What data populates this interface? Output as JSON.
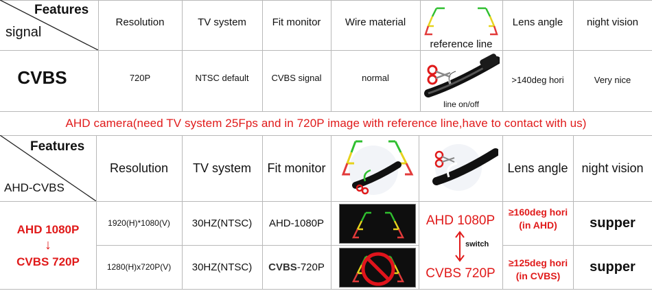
{
  "table1": {
    "header": {
      "features": "Features",
      "signal": "signal",
      "resolution": "Resolution",
      "tv_system": "TV system",
      "fit_monitor": "Fit monitor",
      "wire_material": "Wire material",
      "reference_line": "reference line",
      "lens_angle": "Lens angle",
      "night_vision": "night vision"
    },
    "row": {
      "signal": "CVBS",
      "resolution": "720P",
      "tv_system": "NTSC default",
      "fit_monitor": "CVBS signal",
      "wire_material": "normal",
      "line_toggle": "line on/off",
      "lens_angle": ">140deg hori",
      "night_vision": "Very nice"
    }
  },
  "notice": "AHD camera(need TV system 25Fps  and in 720P image with reference line,have to contact with us)",
  "table2": {
    "header": {
      "features": "Features",
      "signal": "AHD-CVBS",
      "resolution": "Resolution",
      "tv_system": "TV system",
      "fit_monitor": "Fit monitor",
      "lens_angle": "Lens angle",
      "night_vision": "night vision"
    },
    "signal_top": "AHD 1080P",
    "signal_arrow": "↓",
    "signal_bottom": "CVBS 720P",
    "rows": [
      {
        "resolution": "1920(H)*1080(V)",
        "tv_system": "30HZ(NTSC)",
        "fit_monitor": "AHD-1080P",
        "lens_angle_line1": "≥160deg hori",
        "lens_angle_line2": "(in AHD)",
        "night_vision": "supper"
      },
      {
        "resolution": "1280(H)x720P(V)",
        "tv_system": "30HZ(NTSC)",
        "fit_monitor_prefix": "CVBS",
        "fit_monitor_suffix": "-720P",
        "lens_angle_line1": "≥125deg hori",
        "lens_angle_line2": "(in CVBS)",
        "night_vision": "supper"
      }
    ],
    "switch_top": "AHD 1080P",
    "switch_label": "switch",
    "switch_bottom": "CVBS 720P"
  },
  "colors": {
    "accent_red": "#e01a1a",
    "grid": "#b8b8b8",
    "guide_green": "#2fbf2f",
    "guide_yellow": "#e6d21c",
    "guide_red": "#e23a3a"
  }
}
